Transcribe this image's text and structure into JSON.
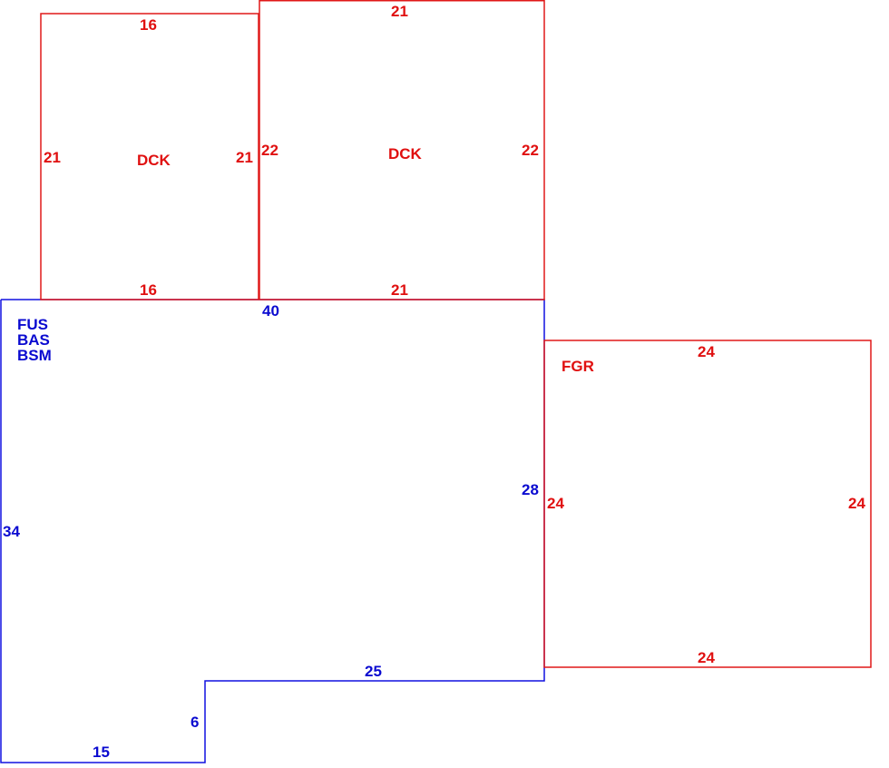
{
  "colors": {
    "main_structure": "#1010e0",
    "additions": "#e01818"
  },
  "main_structure": {
    "area_codes": [
      "FUS",
      "BAS",
      "BSM"
    ],
    "dimensions": {
      "top": "40",
      "left": "34",
      "right": "28",
      "bottom_right": "25",
      "notch_vertical": "6",
      "bottom_left": "15"
    }
  },
  "deck_left": {
    "code": "DCK",
    "dimensions": {
      "top": "16",
      "bottom": "16",
      "left": "21",
      "right": "21"
    }
  },
  "deck_right": {
    "code": "DCK",
    "dimensions": {
      "top": "21",
      "bottom": "21",
      "left": "22",
      "right": "22"
    }
  },
  "garage": {
    "code": "FGR",
    "dimensions": {
      "top": "24",
      "bottom": "24",
      "left": "24",
      "right": "24"
    }
  }
}
